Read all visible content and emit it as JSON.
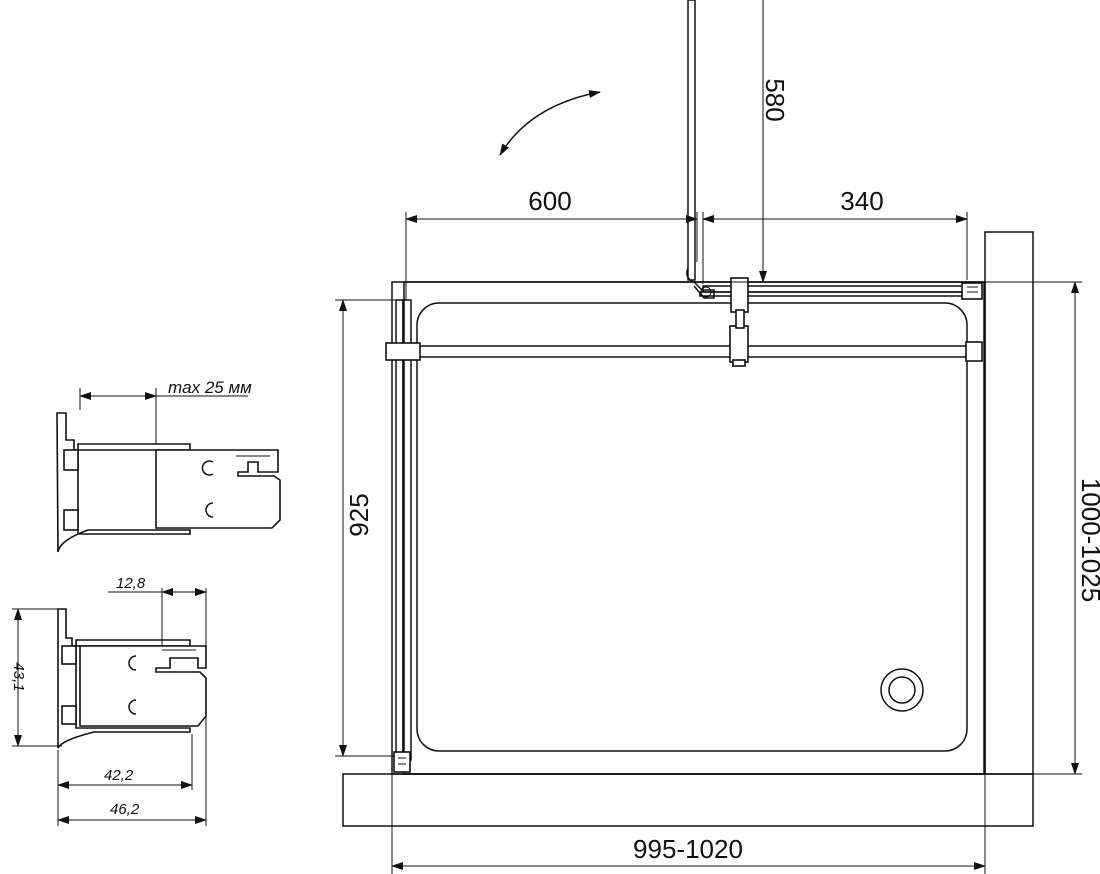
{
  "dimensions": {
    "door_width": "600",
    "fixed_width": "340",
    "door_swing": "580",
    "tray_depth": "925",
    "overall_depth": "1000-1025",
    "overall_width": "995-1020"
  },
  "profile_top": {
    "adjustment": "max 25 мм"
  },
  "profile_bottom": {
    "depth": "12,8",
    "height": "43,1",
    "width_inner": "42,2",
    "width_outer": "46,2"
  }
}
